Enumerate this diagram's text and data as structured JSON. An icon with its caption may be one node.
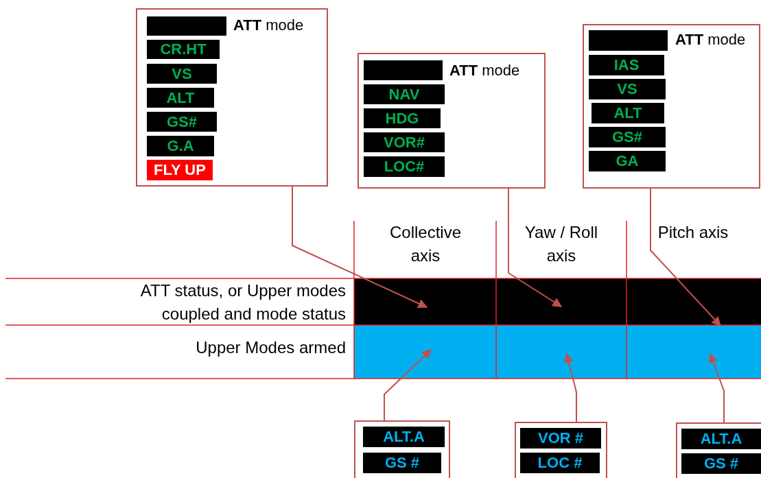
{
  "diagram": {
    "nodes": [
      {
        "text": [
          "**ATT** mode"
        ]
      },
      {
        "text": [],
        "shape": "bar",
        "in": 0
      },
      {
        "text": [
          "CR.HT"
        ],
        "in": 0
      },
      {
        "text": [
          "VS"
        ],
        "in": 0
      },
      {
        "text": [
          "ALT"
        ],
        "in": 0
      },
      {
        "text": [
          "GS#"
        ],
        "in": 0
      },
      {
        "text": [
          "G.A"
        ],
        "in": 0
      },
      {
        "text": [
          "FLY UP"
        ],
        "in": 0
      },
      {
        "text": [
          "**ATT** mode"
        ]
      },
      {
        "text": [],
        "shape": "bar",
        "in": 8
      },
      {
        "text": [
          "NAV"
        ],
        "in": 8
      },
      {
        "text": [
          "HDG"
        ],
        "in": 8
      },
      {
        "text": [
          "VOR#"
        ],
        "in": 8
      },
      {
        "text": [
          "LOC#"
        ],
        "in": 8
      },
      {
        "text": [
          "**ATT** mode"
        ]
      },
      {
        "text": [],
        "shape": "bar",
        "in": 14
      },
      {
        "text": [
          "IAS"
        ],
        "in": 14
      },
      {
        "text": [
          "VS"
        ],
        "in": 14
      },
      {
        "text": [
          "ALT"
        ],
        "in": 14
      },
      {
        "text": [
          "GS#"
        ],
        "in": 14
      },
      {
        "text": [
          "GA"
        ],
        "in": 14
      },
      {
        "text": [],
        "shape": "box"
      },
      {
        "text": [],
        "shape": "box"
      },
      {
        "text": [],
        "shape": "box"
      },
      {
        "text": [],
        "shape": "box"
      },
      {
        "text": [],
        "shape": "box"
      },
      {
        "text": [],
        "shape": "box"
      },
      {
        "text": [],
        "shape": "box"
      },
      {
        "text": [
          "ALT.A"
        ],
        "in": 27
      },
      {
        "text": [
          "GS #"
        ],
        "in": 27
      },
      {
        "text": [],
        "shape": "box"
      },
      {
        "text": [
          "VOR #"
        ],
        "in": 30
      },
      {
        "text": [
          "LOC #"
        ],
        "in": 30
      },
      {
        "text": [],
        "shape": "box"
      },
      {
        "text": [
          "ALT.A"
        ],
        "in": 33
      },
      {
        "text": [
          "GS #"
        ],
        "in": 33
      }
    ],
    "edges": [
      {
        "from": 0,
        "to": 21,
        "arrow": "to"
      },
      {
        "from": 8,
        "to": 22,
        "arrow": "to"
      },
      {
        "from": 14,
        "to": 23,
        "arrow": "to"
      },
      {
        "from": 27,
        "to": 24,
        "arrow": "to"
      },
      {
        "from": 30,
        "to": 25,
        "arrow": "to"
      },
      {
        "from": 33,
        "to": 26,
        "arrow": "to"
      }
    ],
    "labels": [
      "Collective axis",
      "Yaw / Roll axis",
      "Pitch axis",
      "ATT status, or Upper modes coupled and mode status",
      "Upper Modes armed"
    ]
  }
}
